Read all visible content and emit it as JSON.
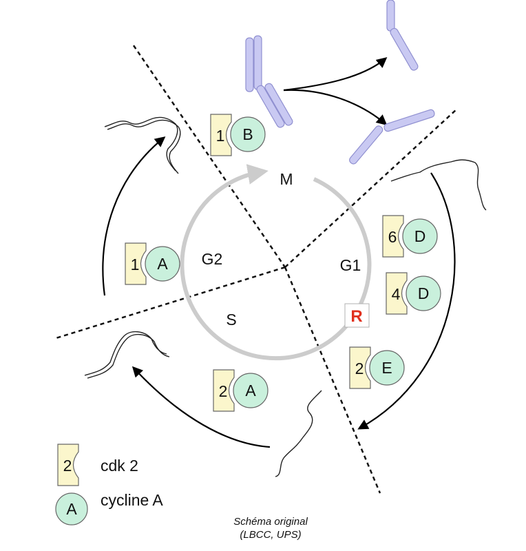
{
  "phases": {
    "m": "M",
    "g1": "G1",
    "s": "S",
    "g2": "G2"
  },
  "restriction_point": "R",
  "restriction_color": "#e0301e",
  "complexes": {
    "cdk1_b": {
      "cdk": "1",
      "cyclin": "B"
    },
    "cdk1_a": {
      "cdk": "1",
      "cyclin": "A"
    },
    "cdk6_d": {
      "cdk": "6",
      "cyclin": "D"
    },
    "cdk4_d": {
      "cdk": "4",
      "cyclin": "D"
    },
    "cdk2_e": {
      "cdk": "2",
      "cyclin": "E"
    },
    "cdk2_a": {
      "cdk": "2",
      "cyclin": "A"
    }
  },
  "legend": {
    "cdk_symbol": "2",
    "cdk_text": "cdk 2",
    "cyclin_symbol": "A",
    "cyclin_text": "cycline A"
  },
  "credit": {
    "line1": "Schéma original",
    "line2": "(LBCC, UPS)"
  },
  "colors": {
    "cdk_fill": "#fbf6cc",
    "cyclin_fill": "#c9f0dc",
    "chromosome_fill": "#c9c9f2",
    "cycle_ring": "#cccccc"
  }
}
